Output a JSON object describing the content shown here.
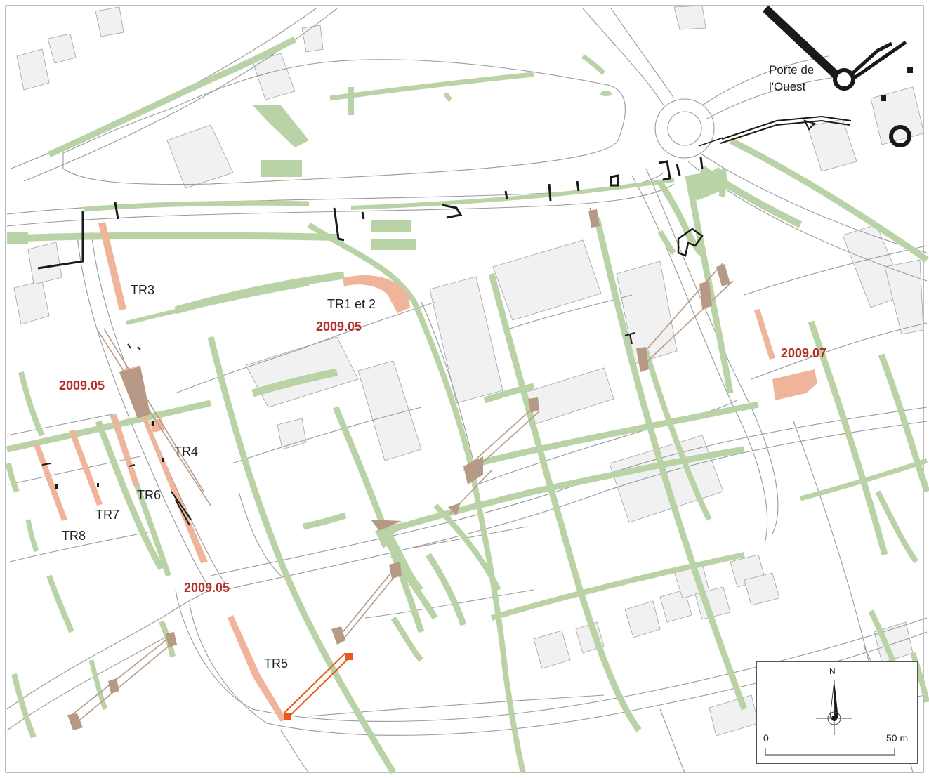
{
  "colors": {
    "street": "#9a9a9a",
    "building": "#f1f1f1",
    "ancient_road": "#b9d3a6",
    "trench": "#f0b49a",
    "diagnostic": "#b79a86",
    "wall": "#1a1a1a",
    "highlight": "#e8581c",
    "year_text": "#b3302a"
  },
  "labels": {
    "tr3": "TR3",
    "tr1_2": "TR1 et 2",
    "tr4": "TR4",
    "tr6": "TR6",
    "tr7": "TR7",
    "tr8": "TR8",
    "tr5": "TR5"
  },
  "codes": {
    "a": "2009.05",
    "b": "2009.05",
    "c": "2009.05",
    "d": "2009.07"
  },
  "gate": {
    "line1": "Porte de",
    "line2": "l'Ouest"
  },
  "scale": {
    "north": "N",
    "start": "0",
    "end": "50 m"
  }
}
